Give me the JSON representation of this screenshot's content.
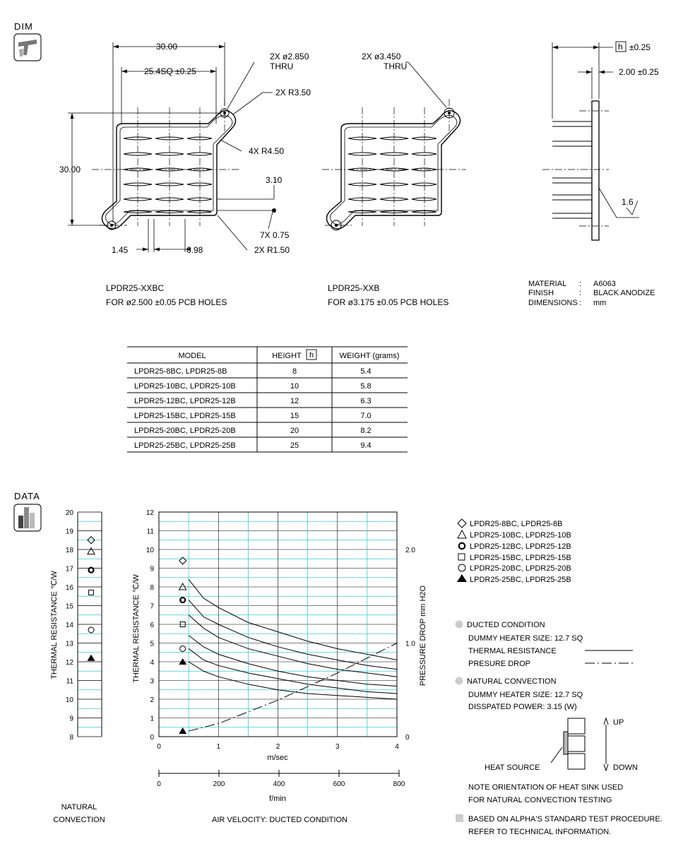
{
  "sections": {
    "dim": "DIM",
    "data": "DATA"
  },
  "drawing1": {
    "dim_width": "30.00",
    "dim_sq": "25.4SQ ±0.25",
    "dim_height": "30.00",
    "hole_note_1": "2X ø2.850",
    "hole_note_2": "THRU",
    "r350": "2X R3.50",
    "r450": "4X R4.50",
    "d310": "3.10",
    "d075": "7X 0.75",
    "d145": "1.45",
    "d698": "6.98",
    "r150": "2X R1.50",
    "part": "LPDR25-XXBC",
    "pcb": "FOR ø2.500 ±0.05 PCB HOLES"
  },
  "drawing2": {
    "hole_note_1": "2X ø3.450",
    "hole_note_2": "THRU",
    "part": "LPDR25-XXB",
    "pcb": "FOR ø3.175 ±0.05 PCB HOLES"
  },
  "side_view": {
    "h_box": "h",
    "h_tol": "±0.25",
    "base": "2.00 ±0.25",
    "finish_val": "1.6"
  },
  "material": {
    "rows": [
      {
        "label": "MATERIAL",
        "sep": ":",
        "value": "A6063"
      },
      {
        "label": "FINISH",
        "sep": ":",
        "value": "BLACK ANODIZE"
      },
      {
        "label": "DIMENSIONS",
        "sep": ":",
        "value": "mm"
      }
    ]
  },
  "table": {
    "headers": [
      "MODEL",
      "HEIGHT",
      "h",
      "WEIGHT  (grams)"
    ],
    "rows": [
      {
        "model": "LPDR25-8BC,    LPDR25-8B",
        "height": "8",
        "weight": "5.4"
      },
      {
        "model": "LPDR25-10BC,   LPDR25-10B",
        "height": "10",
        "weight": "5.8"
      },
      {
        "model": "LPDR25-12BC,   LPDR25-12B",
        "height": "12",
        "weight": "6.3"
      },
      {
        "model": "LPDR25-15BC,   LPDR25-15B",
        "height": "15",
        "weight": "7.0"
      },
      {
        "model": "LPDR25-20BC,   LPDR25-20B",
        "height": "20",
        "weight": "8.2"
      },
      {
        "model": "LPDR25-25BC,   LPDR25-25B",
        "height": "25",
        "weight": "9.4"
      }
    ]
  },
  "chart_data": {
    "type": "line",
    "natural_convection": {
      "ylabel": "THERMAL  RESISTANCE   ℃/W",
      "ylim": [
        8,
        20
      ],
      "yticks": [
        "8",
        "9",
        "10",
        "11",
        "12",
        "13",
        "14",
        "15",
        "16",
        "17",
        "18",
        "19",
        "20"
      ],
      "caption_1": "NATURAL",
      "caption_2": "CONVECTION",
      "points": [
        {
          "model": "LPDR25-8BC",
          "marker": "diamond",
          "value": 18.5
        },
        {
          "model": "LPDR25-10BC",
          "marker": "triangle",
          "value": 17.9
        },
        {
          "model": "LPDR25-12BC",
          "marker": "bold-circle",
          "value": 16.9
        },
        {
          "model": "LPDR25-15BC",
          "marker": "square",
          "value": 15.7
        },
        {
          "model": "LPDR25-20BC",
          "marker": "circle",
          "value": 13.7
        },
        {
          "model": "LPDR25-25BC",
          "marker": "filled-triangle",
          "value": 12.2
        }
      ]
    },
    "ducted": {
      "ylabel_left": "THERMAL  RESISTANCE   ℃/W",
      "ylabel_right": "PRESSURE  DROP      mm H2O",
      "xlabel": "m/sec",
      "xlabel_2": "f/min",
      "caption": "AIR VELOCITY:   DUCTED CONDITION",
      "xlim": [
        0,
        4
      ],
      "ylim": [
        0,
        12
      ],
      "y2lim": [
        0,
        2.4
      ],
      "xticks": [
        "0",
        "1",
        "2",
        "3",
        "4"
      ],
      "x2ticks": [
        "0",
        "200",
        "400",
        "600",
        "800"
      ],
      "yticks": [
        "0",
        "1",
        "2",
        "3",
        "4",
        "5",
        "6",
        "7",
        "8",
        "9",
        "10",
        "11",
        "12"
      ],
      "y2ticks": [
        "0",
        "1.0",
        "2.0"
      ],
      "x": [
        0.5,
        0.75,
        1.0,
        1.5,
        2.0,
        2.5,
        3.0,
        3.5,
        4.0
      ],
      "series": [
        {
          "model": "LPDR25-8BC",
          "marker": "diamond",
          "start": 9.4,
          "values": [
            8.4,
            7.4,
            6.9,
            6.1,
            5.6,
            5.1,
            4.7,
            4.4,
            4.1
          ]
        },
        {
          "model": "LPDR25-10BC",
          "marker": "triangle",
          "start": 8.0,
          "values": [
            7.3,
            6.4,
            6.0,
            5.3,
            4.8,
            4.4,
            4.1,
            3.8,
            3.6
          ]
        },
        {
          "model": "LPDR25-12BC",
          "marker": "bold-circle",
          "start": 7.3,
          "values": [
            6.5,
            5.8,
            5.3,
            4.7,
            4.3,
            3.9,
            3.6,
            3.4,
            3.2
          ]
        },
        {
          "model": "LPDR25-15BC",
          "marker": "square",
          "start": 6.0,
          "values": [
            5.4,
            4.8,
            4.4,
            3.9,
            3.5,
            3.2,
            3.0,
            2.8,
            2.7
          ]
        },
        {
          "model": "LPDR25-20BC",
          "marker": "circle",
          "start": 4.7,
          "values": [
            4.7,
            4.1,
            3.8,
            3.4,
            3.1,
            2.8,
            2.6,
            2.4,
            2.3
          ]
        },
        {
          "model": "LPDR25-25BC",
          "marker": "filled-triangle",
          "start": 4.0,
          "values": [
            4.0,
            3.5,
            3.2,
            2.8,
            2.5,
            2.3,
            2.2,
            2.1,
            2.0
          ]
        }
      ],
      "pressure_drop": {
        "x": [
          0.5,
          1.0,
          2.0,
          3.0,
          4.0
        ],
        "values": [
          0.06,
          0.14,
          0.39,
          0.68,
          1.0
        ],
        "start": 0.06
      }
    }
  },
  "legend": {
    "items": [
      {
        "marker": "diamond",
        "label": "LPDR25-8BC,    LPDR25-8B"
      },
      {
        "marker": "triangle",
        "label": "LPDR25-10BC,  LPDR25-10B"
      },
      {
        "marker": "bold-circle",
        "label": "LPDR25-12BC,  LPDR25-12B"
      },
      {
        "marker": "square",
        "label": "LPDR25-15BC,  LPDR25-15B"
      },
      {
        "marker": "circle",
        "label": "LPDR25-20BC,  LPDR25-20B"
      },
      {
        "marker": "filled-triangle",
        "label": "LPDR25-25BC,  LPDR25-25B"
      }
    ]
  },
  "notes": {
    "ducted_title": "DUCTED CONDITION",
    "heater": "DUMMY HEATER SIZE: 12.7 SQ",
    "thermal": "THERMAL RESISTANCE",
    "pressure": "PRESURE DROP",
    "natural_title": "NATURAL CONVECTION",
    "heater2": "DUMMY HEATER SIZE: 12.7 SQ",
    "power": "DISSPATED POWER:  3.15 (W)",
    "up": "UP",
    "down": "DOWN",
    "heat_source": "HEAT SOURCE",
    "orient_1": "NOTE ORIENTATION OF HEAT SINK USED",
    "orient_2": "FOR NATURAL CONVECTION TESTING",
    "std_1": "BASED ON ALPHA'S STANDARD TEST PROCEDURE.",
    "std_2": "REFER TO TECHNICAL INFORMATION."
  }
}
